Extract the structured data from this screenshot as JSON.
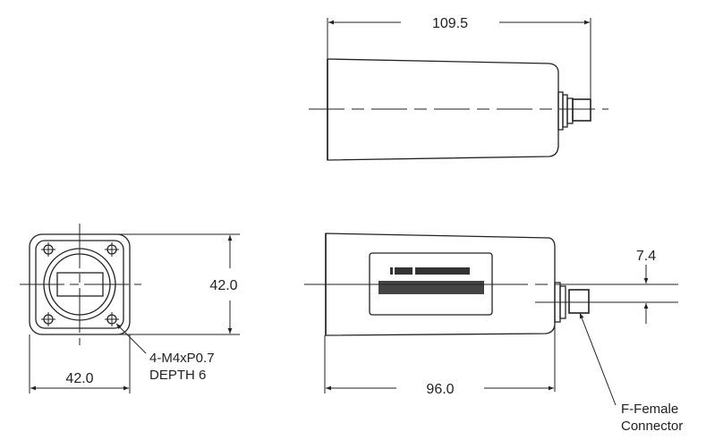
{
  "drawing": {
    "top_view": {
      "overall_length_label": "109.5"
    },
    "end_view": {
      "height_label": "42.0",
      "width_label": "42.0",
      "hole_note_line1": "4-M4xP0.7",
      "hole_note_line2": "DEPTH 6"
    },
    "side_view": {
      "body_length_label": "96.0",
      "offset_label": "7.4",
      "connector_note_line1": "F-Female",
      "connector_note_line2": "Connector"
    }
  }
}
